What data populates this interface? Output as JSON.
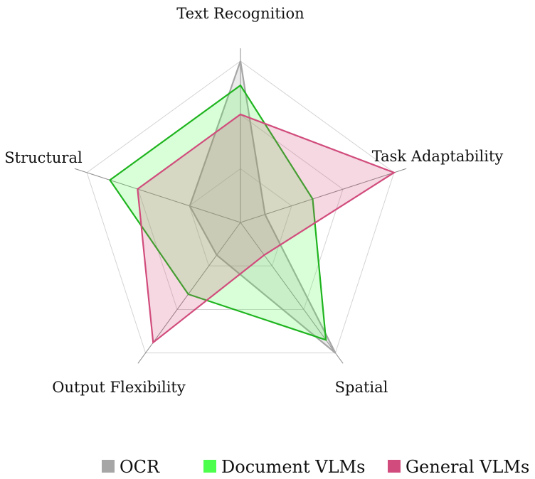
{
  "chart_data": {
    "type": "radar",
    "axes": [
      "Text Recognition",
      "Task Adaptability",
      "Spatial",
      "Output Flexibility",
      "Structural"
    ],
    "rlim": [
      0,
      1
    ],
    "grid_levels": [
      0.333,
      0.667,
      1.0
    ],
    "grid": true,
    "legend_position": "bottom",
    "series": [
      {
        "name": "OCR",
        "values": [
          1.0,
          0.16,
          1.0,
          0.25,
          0.33
        ],
        "color": "#a6a6a6",
        "fill": "#a6a6a6"
      },
      {
        "name": "Document VLMs",
        "values": [
          0.85,
          0.47,
          0.9,
          0.55,
          0.85
        ],
        "color": "#1fb41f",
        "fill": "#4dff4d"
      },
      {
        "name": "General VLMs",
        "values": [
          0.67,
          1.0,
          0.25,
          0.92,
          0.67
        ],
        "color": "#d14c7c",
        "fill": "#d14c7c"
      }
    ]
  }
}
